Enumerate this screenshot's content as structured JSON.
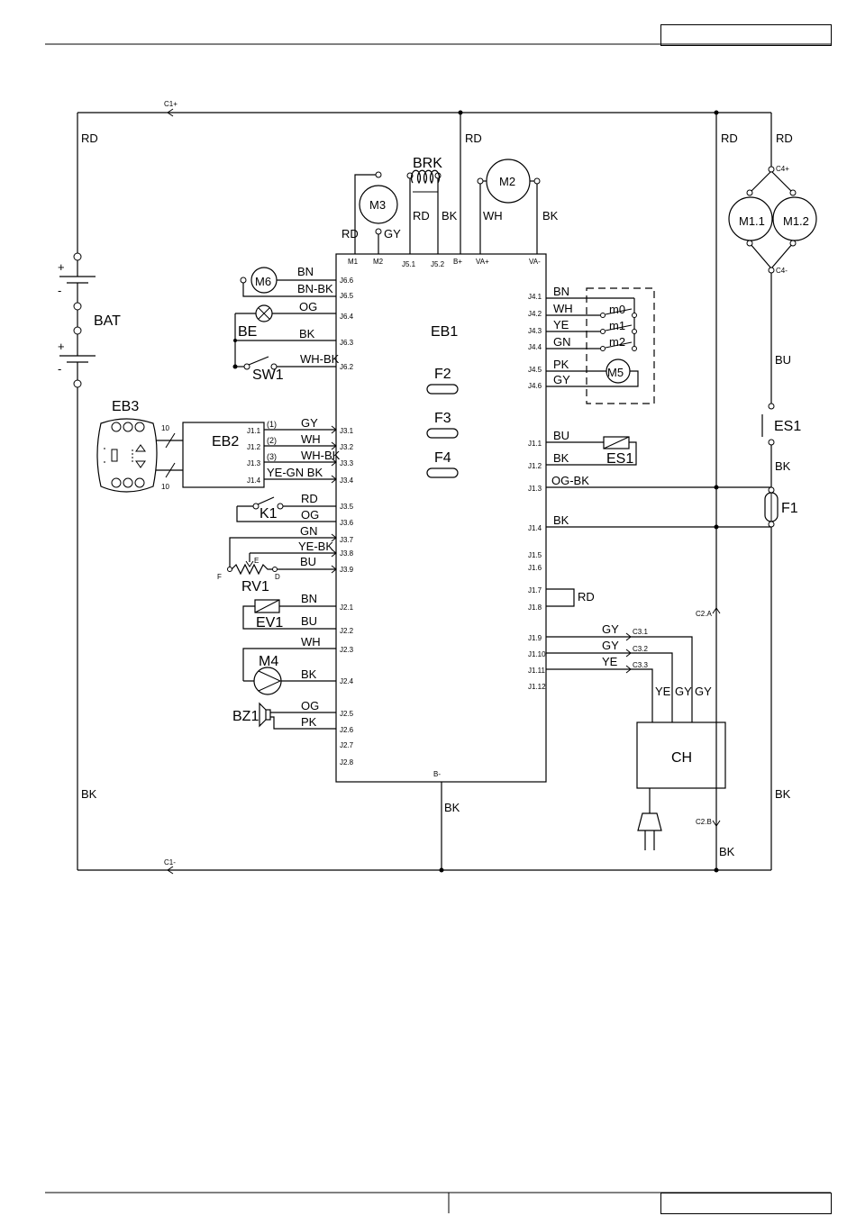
{
  "header": {
    "ref_box": ""
  },
  "footer": {
    "ref_box": ""
  },
  "diagram": {
    "power": {
      "c1_plus": "C1+",
      "c1_minus": "C1-",
      "c4_plus": "C4+",
      "c4_minus": "C4-",
      "b_minus": "B-",
      "c2a": "C2.A",
      "c2b": "C2.B"
    },
    "colors": {
      "rd": "RD",
      "bk": "BK",
      "bu": "BU",
      "bn": "BN",
      "wh": "WH",
      "gy": "GY",
      "og": "OG",
      "ye": "YE",
      "gn": "GN",
      "pk": "PK",
      "bn_bk": "BN-BK",
      "wh_bk": "WH-BK",
      "ye_gn_bk": "YE-GN BK",
      "ye_bk": "YE-BK",
      "og_bk": "OG-BK"
    },
    "components": {
      "bat": "BAT",
      "eb1": "EB1",
      "eb2": "EB2",
      "eb3": "EB3",
      "brk": "BRK",
      "m1_1": "M1.1",
      "m1_2": "M1.2",
      "m2": "M2",
      "m3": "M3",
      "m4": "M4",
      "m5": "M5",
      "m6": "M6",
      "be": "BE",
      "sw1": "SW1",
      "k1": "K1",
      "rv1": "RV1",
      "ev1": "EV1",
      "bz1": "BZ1",
      "es1_switch": "ES1",
      "es1_coil": "ES1",
      "f1": "F1",
      "f2": "F2",
      "f3": "F3",
      "f4": "F4",
      "ch": "CH",
      "m0": "m0",
      "m1s": "m1",
      "m2s": "m2"
    },
    "top_pins": [
      "M1",
      "M2",
      "J5.1",
      "J5.2",
      "B+",
      "VA+",
      "VA-"
    ],
    "left_pins": [
      "J6.6",
      "J6.5",
      "J6.4",
      "J6.3",
      "J6.2",
      "J3.1",
      "J3.2",
      "J3.3",
      "J3.4",
      "J3.5",
      "J3.6",
      "J3.7",
      "J3.8",
      "J3.9",
      "J2.1",
      "J2.2",
      "J2.3",
      "J2.4",
      "J2.5",
      "J2.6",
      "J2.7",
      "J2.8"
    ],
    "right_pins": [
      "J4.1",
      "J4.2",
      "J4.3",
      "J4.4",
      "J4.5",
      "J4.6",
      "J1.1",
      "J1.2",
      "J1.3",
      "J1.4",
      "J1.5",
      "J1.6",
      "J1.7",
      "J1.8",
      "J1.9",
      "J1.10",
      "J1.11",
      "J1.12"
    ],
    "eb2_pins": [
      "J1.1",
      "J1.2",
      "J1.3",
      "J1.4"
    ],
    "eb2_idx": [
      "(1)",
      "(2)",
      "(3)"
    ],
    "cable_count": "10",
    "rv1_terminals": {
      "e": "E",
      "f": "F",
      "d": "D"
    },
    "ch_pins": [
      "C3.1",
      "C3.2",
      "C3.3"
    ],
    "bat_signs": {
      "plus": "+",
      "minus": "-"
    }
  }
}
